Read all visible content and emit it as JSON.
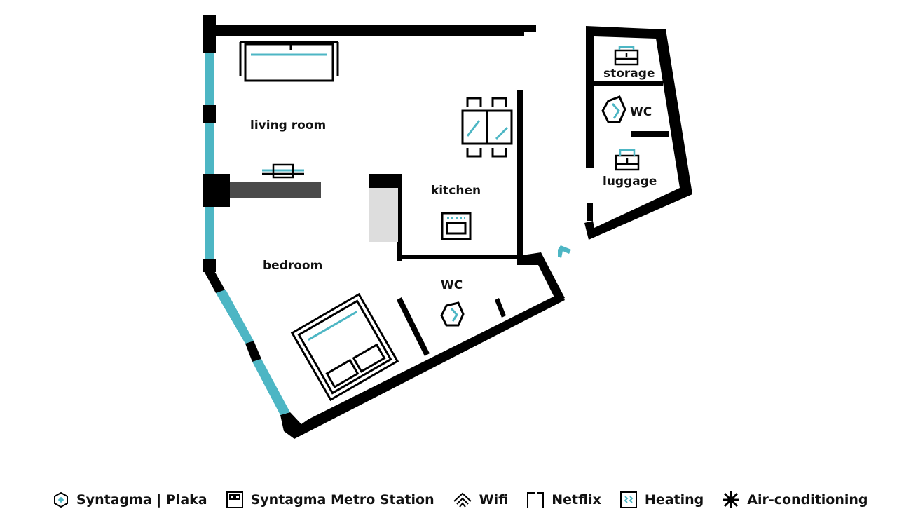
{
  "rooms": {
    "living_room": "living room",
    "kitchen": "kitchen",
    "bedroom": "bedroom",
    "wc_main": "WC",
    "storage": "storage",
    "wc_annex": "WC",
    "luggage": "luggage"
  },
  "legend": [
    {
      "icon": "location-pin-icon",
      "label": "Syntagma | Plaka"
    },
    {
      "icon": "metro-icon",
      "label": "Syntagma Metro Station"
    },
    {
      "icon": "wifi-icon",
      "label": "Wifi"
    },
    {
      "icon": "tv-icon",
      "label": "Netflix"
    },
    {
      "icon": "heating-icon",
      "label": "Heating"
    },
    {
      "icon": "snowflake-icon",
      "label": "Air-conditioning"
    }
  ],
  "colors": {
    "wall": "#000000",
    "window": "#4db6c4",
    "counter": "#4a4a4a",
    "stair": "#dddddd"
  }
}
